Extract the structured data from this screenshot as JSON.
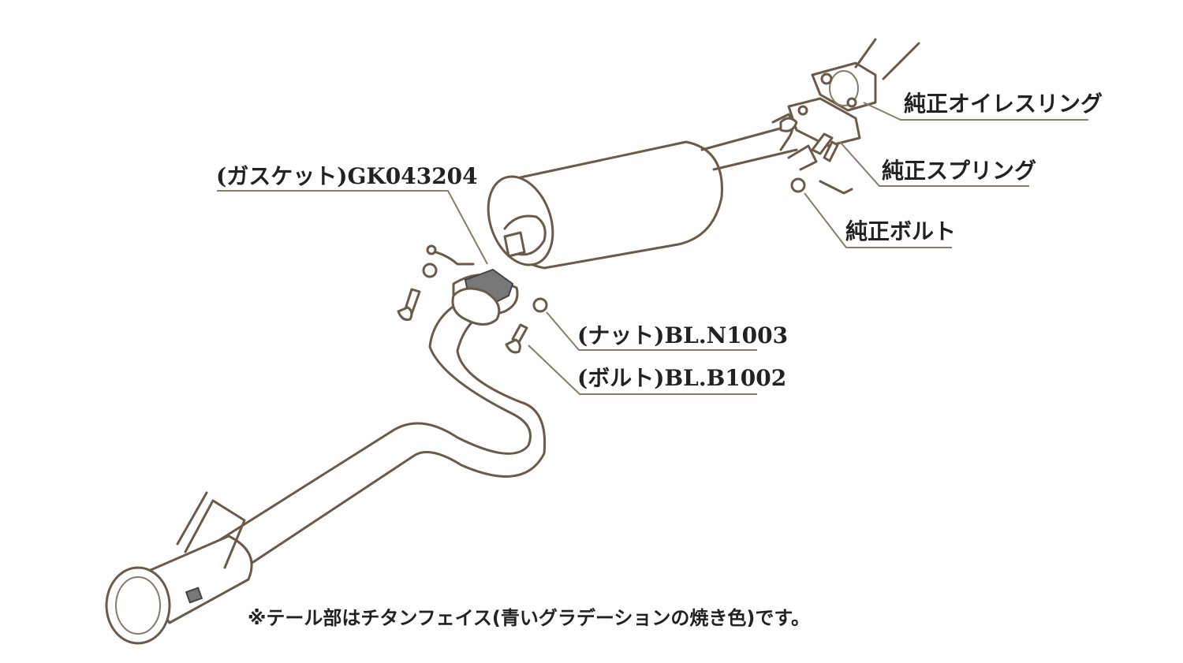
{
  "labels": {
    "oil_ring": "純正オイレスリング",
    "spring": "純正スプリング",
    "bolt_stock": "純正ボルト",
    "gasket": "(ガスケット)GK043204",
    "nut": "(ナット)BL.N1003",
    "bolt": "(ボルト)BL.B1002"
  },
  "note": "※テール部はチタンフェイス(青いグラデーションの焼き色)です。",
  "colors": {
    "outline": "#6b5a48",
    "leader": "#8a7a68",
    "text": "#222222",
    "background": "#ffffff"
  }
}
